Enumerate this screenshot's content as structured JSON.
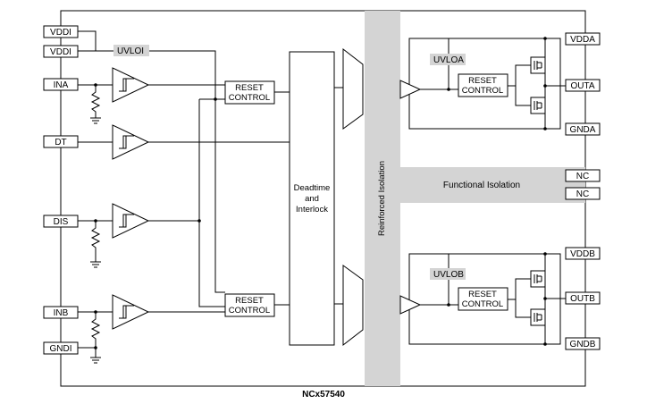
{
  "part_name": "NCx57540",
  "input_side": {
    "pins": {
      "vddi_1": "VDDI",
      "vddi_2": "VDDI",
      "ina": "INA",
      "dt": "DT",
      "dis": "DIS",
      "inb": "INB",
      "gndi": "GNDI"
    },
    "uvloi_label": "UVLOI",
    "reset_control_a": [
      "RESET",
      "CONTROL"
    ],
    "reset_control_b": [
      "RESET",
      "CONTROL"
    ]
  },
  "deadtime_block": [
    "Deadtime",
    "and",
    "Interlock"
  ],
  "reinforced_isolation_label": "Reinforced Isolation",
  "functional_isolation_label": "Functional Isolation",
  "output_a": {
    "uvlo_label": "UVLOA",
    "reset_control": [
      "RESET",
      "CONTROL"
    ],
    "pins": {
      "vdd": "VDDA",
      "out": "OUTA",
      "gnd": "GNDA"
    }
  },
  "output_b": {
    "uvlo_label": "UVLOB",
    "reset_control": [
      "RESET",
      "CONTROL"
    ],
    "pins": {
      "vdd": "VDDB",
      "out": "OUTB",
      "gnd": "GNDB"
    }
  },
  "nc_pins": [
    "NC",
    "NC"
  ]
}
